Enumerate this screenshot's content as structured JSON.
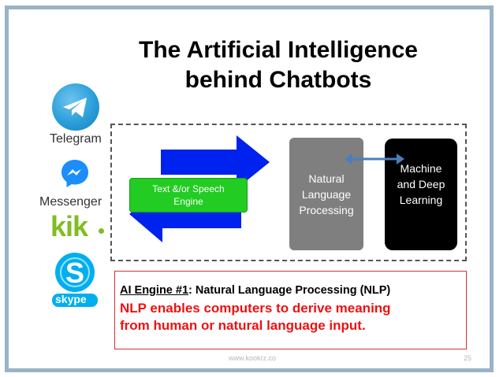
{
  "slide": {
    "title_line1": "The Artificial Intelligence",
    "title_line2": "behind Chatbots",
    "footer_url": "www.kookrz.co",
    "page_number": "25"
  },
  "logos": {
    "telegram_label": "Telegram",
    "messenger_label": "Messenger",
    "kik_label": "kik",
    "skype_label": "skype"
  },
  "diagram": {
    "text_speech_engine": "Text &/or Speech\nEngine",
    "nlp": "Natural\nLanguage\nProcessing",
    "machine_learning": "Machine\nand Deep\nLearning"
  },
  "info": {
    "heading_prefix": "AI Engine #1",
    "heading_rest": ": Natural Language Processing (NLP)",
    "body": "NLP enables computers to derive meaning\nfrom human or natural language input."
  },
  "colors": {
    "frame_border": "#9ab3c6",
    "arrow_blue": "#0022ee",
    "engine_green": "#22cc22",
    "nlp_gray": "#7f7f7f",
    "ml_black": "#000000",
    "highlight_red": "#ee1111",
    "kik_green": "#82bc23",
    "telegram_blue": "#2a9fd9",
    "messenger_blue": "#1c8ef9",
    "skype_blue": "#00aff0"
  }
}
